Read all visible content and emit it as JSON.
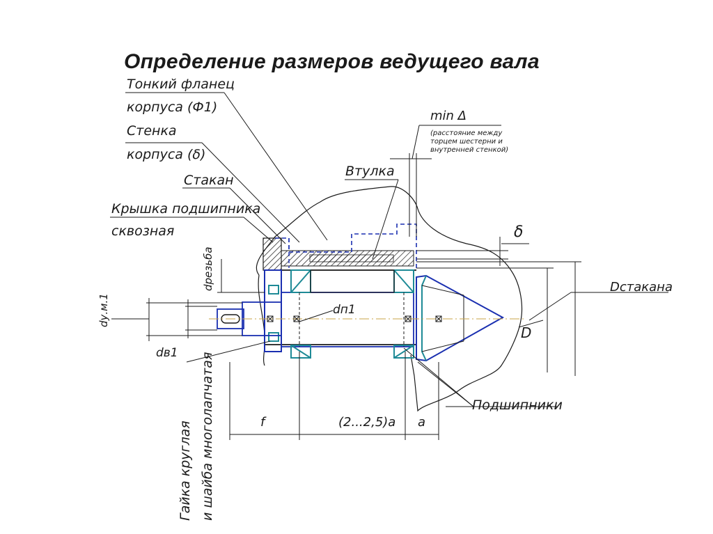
{
  "title": "Определение размеров ведущего вала",
  "labels": {
    "thin_flange_line1": "Тонкий фланец",
    "thin_flange_line2": "корпуса (Ф1)",
    "wall_line1": "Стенка",
    "wall_line2": "корпуса (δ)",
    "stakan": "Стакан",
    "cover_line1": "Крышка подшипника",
    "cover_line2": "сквозная",
    "min_delta": "min Δ",
    "min_delta_note_line1": "(расстояние между",
    "min_delta_note_line2": "торцем шестерни и",
    "min_delta_note_line3": "внутренней стенкой)",
    "vtulka": "Втулка",
    "delta": "δ",
    "d_rezba": "dрезьба",
    "d_um1": "dу.м.1",
    "d_p1": "dп1",
    "d_v1": "dв1",
    "D_stakana": "Dстакана",
    "D": "D",
    "podshipniki": "Подшипники",
    "nut_line1": "Гайка круглая",
    "nut_line2": "и шайба многолапчатая",
    "dim_f": "f",
    "dim_mid": "(2...2,5)a",
    "dim_a": "a"
  },
  "colors": {
    "outline": "#1a1a1a",
    "part_blue": "#1a2fb0",
    "bearing_teal": "#1e8a96",
    "axis": "#c9a347"
  }
}
